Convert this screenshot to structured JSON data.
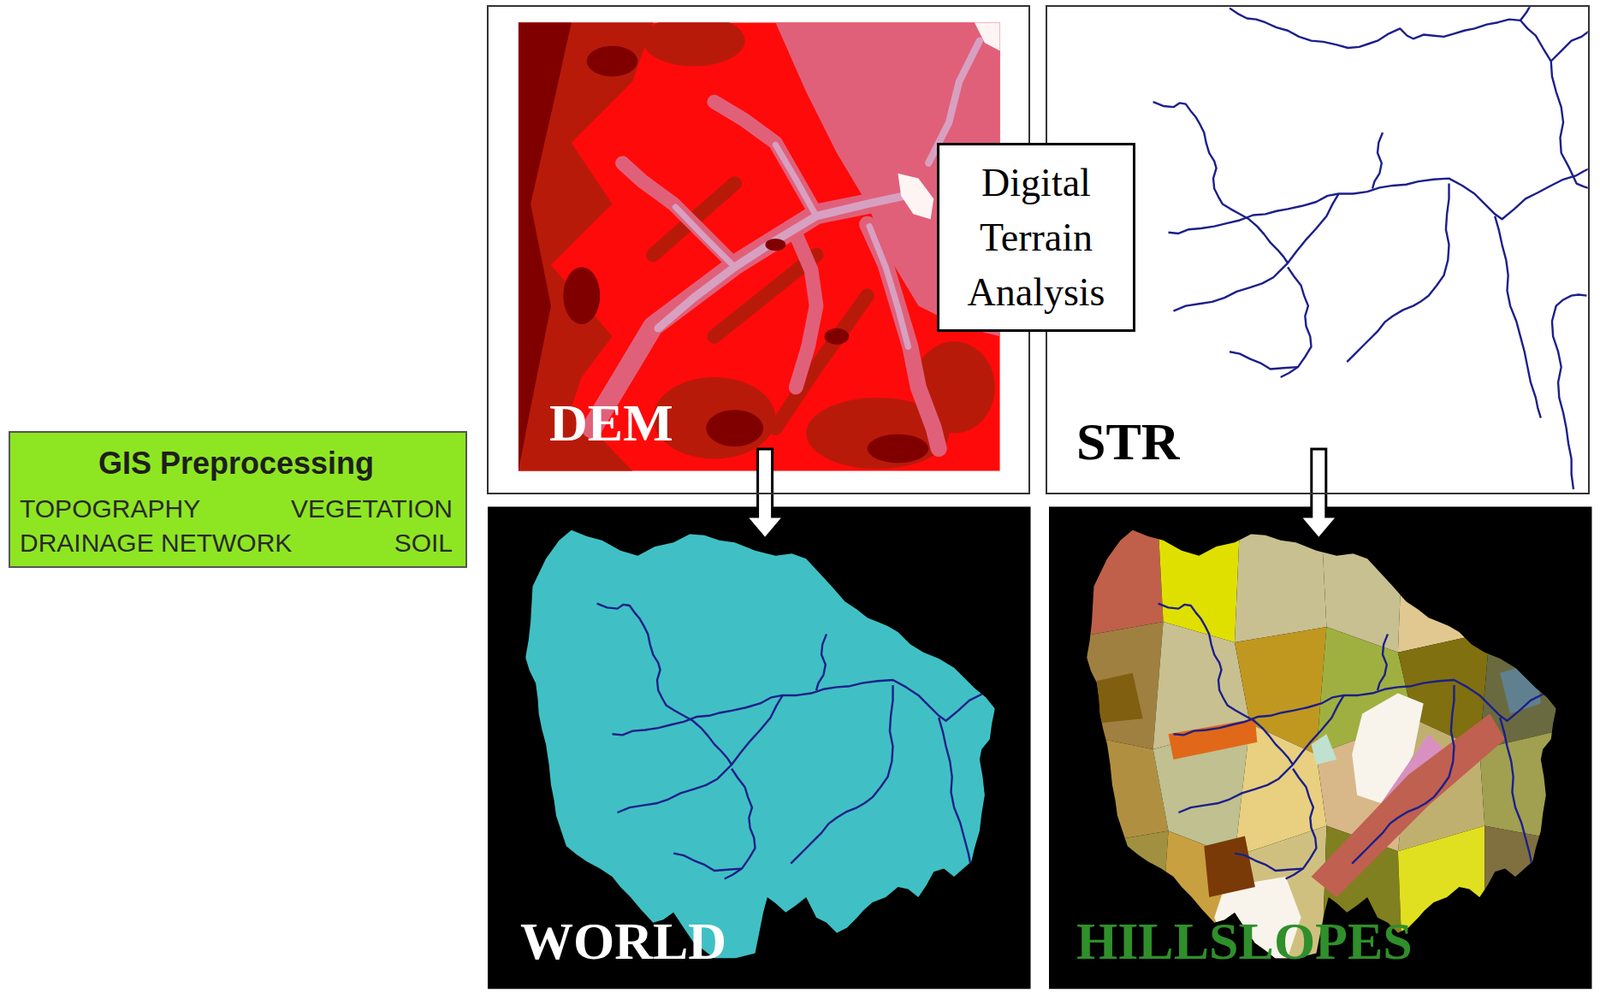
{
  "diagram": {
    "nodes": [
      {
        "text": [
          "GIS Preprocessing",
          "TOPOGRAPHY",
          "VEGETATION",
          "DRAINAGE NETWORK",
          "SOIL"
        ]
      },
      {
        "text": [
          "DEM"
        ]
      },
      {
        "text": [
          "STR"
        ]
      },
      {
        "text": [
          "Digital Terrain Analysis"
        ]
      },
      {
        "text": [
          "WORLD"
        ]
      },
      {
        "text": [
          "HILLSLOPES"
        ]
      }
    ],
    "edges": [
      {
        "from": 1,
        "to": 4,
        "arrow": "to"
      },
      {
        "from": 2,
        "to": 5,
        "arrow": "to"
      }
    ]
  }
}
